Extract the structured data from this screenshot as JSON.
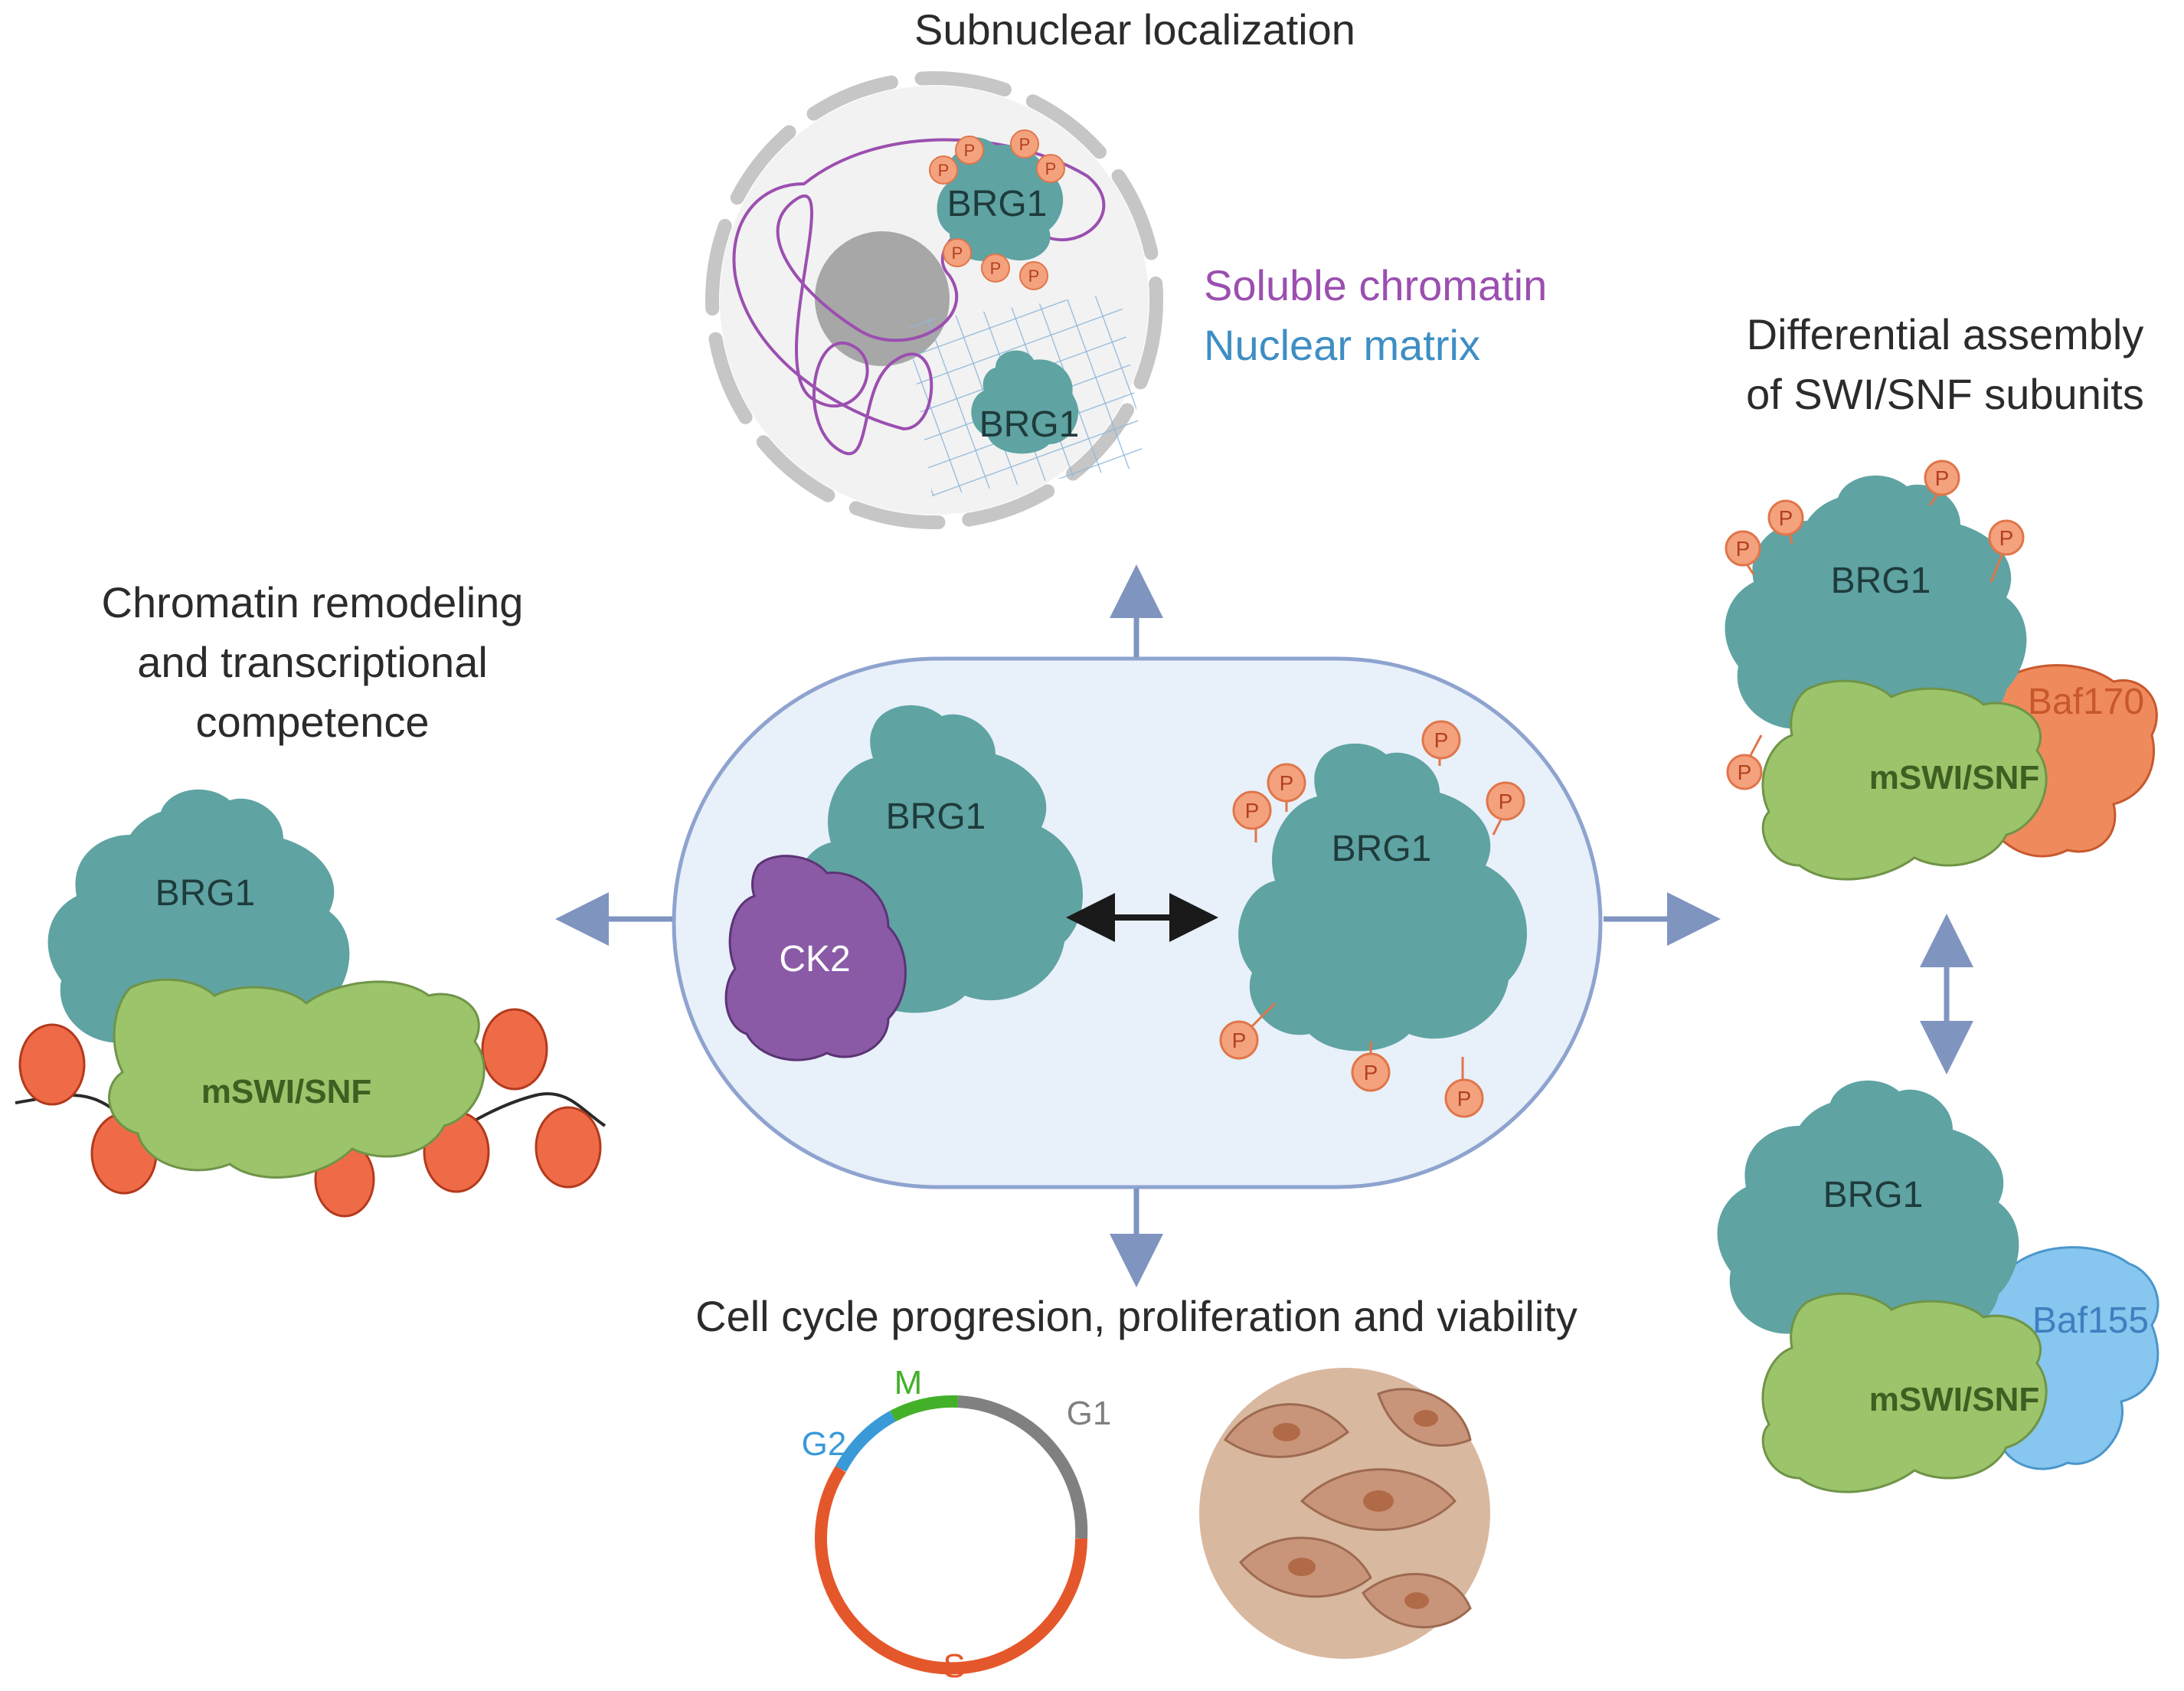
{
  "headings": {
    "subnuclear": "Subnuclear localization",
    "remodeling": [
      "Chromatin remodeling",
      "and transcriptional",
      "competence"
    ],
    "assembly": [
      "Differential assembly",
      "of SWI/SNF subunits"
    ],
    "cellcycle": "Cell cycle progresion, proliferation and viability"
  },
  "legend": {
    "soluble": "Soluble chromatin",
    "matrix": "Nuclear matrix"
  },
  "labels": {
    "brg1": "BRG1",
    "ck2": "CK2",
    "mswisnf": "mSWI/SNF",
    "baf170": "Baf170",
    "baf155": "Baf155",
    "p": "P"
  },
  "cycle": {
    "m": "M",
    "g1": "G1",
    "g2": "G2",
    "s": "S"
  },
  "colors": {
    "brg1": "#5fa3a3",
    "swisnf": "#9cc46a",
    "ck2": "#8a5aa6",
    "baf170": "#ef8a5c",
    "baf155": "#87c6ee",
    "phospho": "#f4a27e",
    "arrow": "#7f95c0",
    "soluble": "#9b4fb0",
    "matrix": "#3e8ec4",
    "nucleosome": "#ef6b47",
    "phase_m": "#43b02a",
    "phase_g1": "#808080",
    "phase_g2": "#3a9ad8",
    "phase_s": "#e4572a"
  }
}
